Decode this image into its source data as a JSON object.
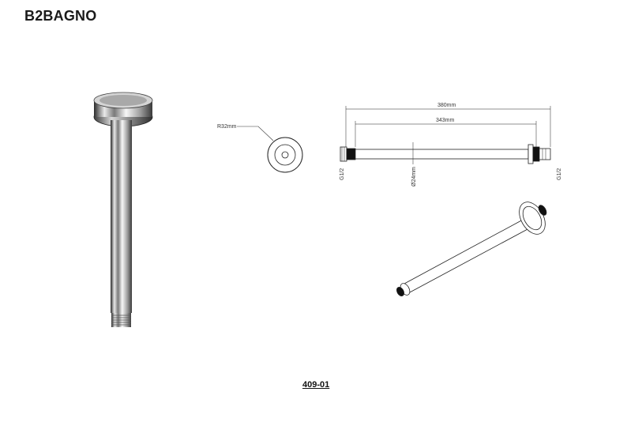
{
  "brand": {
    "prefix": "B",
    "digit": "2",
    "suffix": "BAGNO"
  },
  "dimensions": {
    "flange_radius": "R32mm",
    "overall_length": "380mm",
    "inner_length": "343mm",
    "pipe_diameter": "Ø24mm",
    "thread_left": "G1/2",
    "thread_right": "G1/2"
  },
  "product_code": "409-01"
}
